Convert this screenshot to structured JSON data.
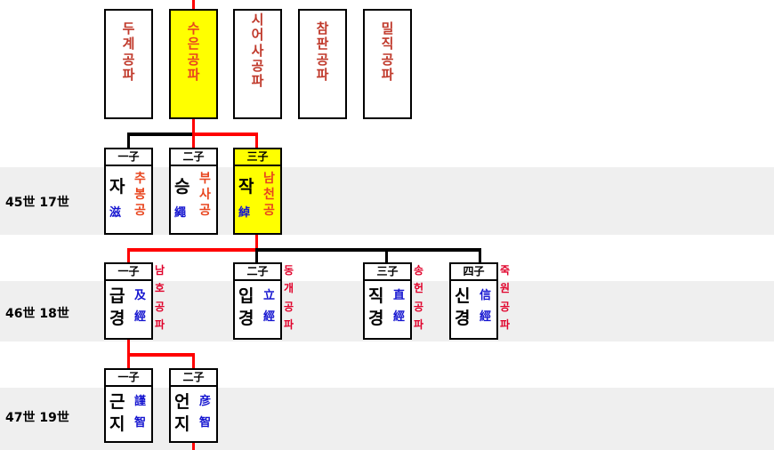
{
  "generations": [
    {
      "label": "45世 17世"
    },
    {
      "label": "46世 18世"
    },
    {
      "label": "47世 19世"
    }
  ],
  "top_clans": [
    {
      "name": "두\n계\n공\n파",
      "highlight": false
    },
    {
      "name": "수\n은\n공\n파",
      "highlight": true
    },
    {
      "name": "시\n어\n사\n공\n파",
      "highlight": false
    },
    {
      "name": "참\n판\n공\n파",
      "highlight": false
    },
    {
      "name": "밀\n직\n공\n파",
      "highlight": false
    }
  ],
  "row45": [
    {
      "order": "一子",
      "name": "자",
      "hanja": "滋",
      "title": "추\n봉\n공",
      "side": "",
      "highlight": false
    },
    {
      "order": "二子",
      "name": "승",
      "hanja": "繩",
      "title": "부\n사\n공",
      "side": "",
      "highlight": false
    },
    {
      "order": "三子",
      "name": "작",
      "hanja": "綽",
      "title": "남\n천\n공",
      "side": "",
      "highlight": true
    }
  ],
  "row46": [
    {
      "order": "一子",
      "name": "급\n경",
      "hanja": "及\n經",
      "title": "",
      "side": "남\n호\n공\n파"
    },
    {
      "order": "二子",
      "name": "입\n경",
      "hanja": "立\n經",
      "title": "",
      "side": "동\n개\n공\n파"
    },
    {
      "order": "三子",
      "name": "직\n경",
      "hanja": "直\n經",
      "title": "",
      "side": "송\n헌\n공\n파"
    },
    {
      "order": "四子",
      "name": "신\n경",
      "hanja": "信\n經",
      "title": "",
      "side": "죽\n원\n공\n파"
    }
  ],
  "row47": [
    {
      "order": "一子",
      "name": "근\n지",
      "hanja": "謹\n智"
    },
    {
      "order": "二子",
      "name": "언\n지",
      "hanja": "彦\n智"
    }
  ],
  "colors": {
    "line_main": "#ff0000",
    "line_branch": "#000000",
    "highlight": "#ffff00"
  }
}
